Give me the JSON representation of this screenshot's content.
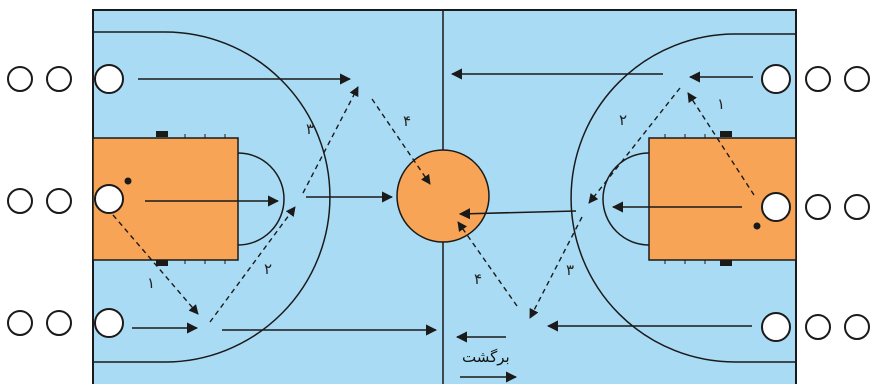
{
  "colors": {
    "court": "#a9dcf4",
    "key": "#f7a456",
    "line": "#1a1a1a"
  },
  "labels": {
    "left_1": "١",
    "left_2": "٢",
    "left_3": "٣",
    "left_4": "۴",
    "right_1": "١",
    "right_2": "٢",
    "right_3": "٣",
    "right_4": "۴",
    "return": "برگشت"
  }
}
